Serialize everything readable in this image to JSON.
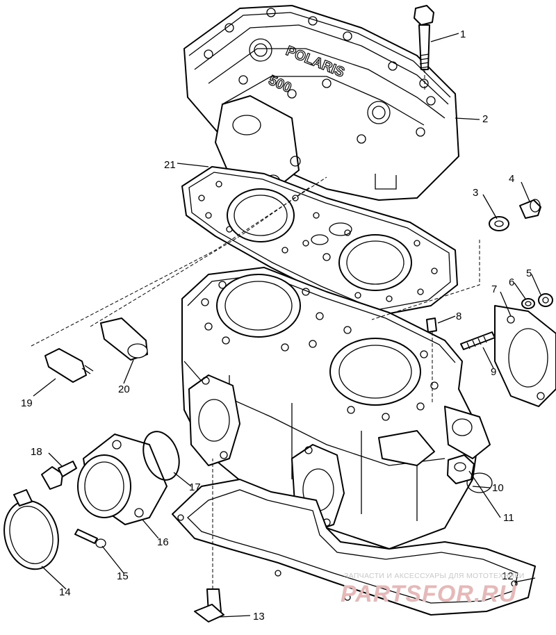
{
  "diagram": {
    "embossed_brand": "POLARIS",
    "embossed_model": "500",
    "callouts": [
      {
        "id": "1",
        "label": "1"
      },
      {
        "id": "2",
        "label": "2"
      },
      {
        "id": "3",
        "label": "3"
      },
      {
        "id": "4",
        "label": "4"
      },
      {
        "id": "5",
        "label": "5"
      },
      {
        "id": "6",
        "label": "6"
      },
      {
        "id": "7",
        "label": "7"
      },
      {
        "id": "8",
        "label": "8"
      },
      {
        "id": "9",
        "label": "9"
      },
      {
        "id": "10",
        "label": "10"
      },
      {
        "id": "11",
        "label": "11"
      },
      {
        "id": "12",
        "label": "12"
      },
      {
        "id": "13",
        "label": "13"
      },
      {
        "id": "14",
        "label": "14"
      },
      {
        "id": "15",
        "label": "15"
      },
      {
        "id": "16",
        "label": "16"
      },
      {
        "id": "17",
        "label": "17"
      },
      {
        "id": "18",
        "label": "18"
      },
      {
        "id": "19",
        "label": "19"
      },
      {
        "id": "20",
        "label": "20"
      },
      {
        "id": "21",
        "label": "21"
      }
    ]
  },
  "watermark": {
    "tagline": "ЗАПЧАСТИ И АКСЕССУАРЫ ДЛЯ МОТОТЕХНИКИ",
    "logo": "PARTSFOR.RU",
    "logo_color": "#e6b8b8"
  }
}
